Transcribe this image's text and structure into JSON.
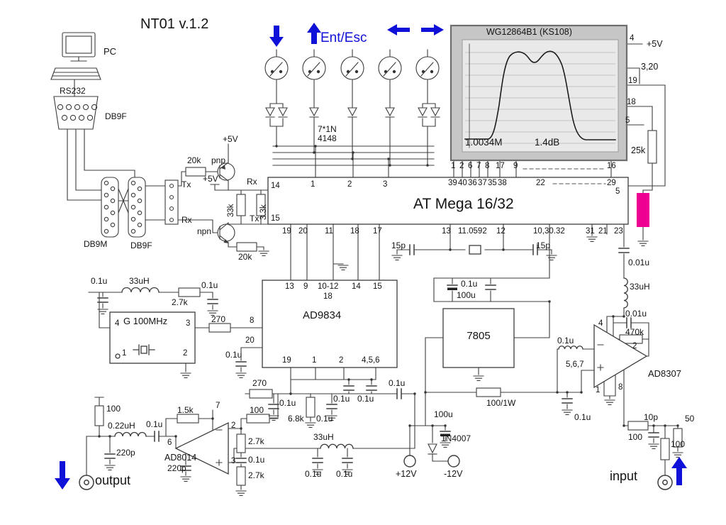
{
  "title": "NT01 v.1.2",
  "colors": {
    "blue": "#0f10d8",
    "magenta": "#ee0093"
  },
  "pc": {
    "label": "PC",
    "rs232": "RS232",
    "db9f": "DB9F",
    "db9m": "DB9M",
    "db9f2": "DB9F",
    "tx_hdr": "Tx",
    "rx_hdr": "Rx"
  },
  "uart": {
    "r_pnp_base": "20k",
    "pnp": "pnp",
    "vcc_pnp": "+5V",
    "vcc_rx": "+5V",
    "rx": "Rx",
    "r_33k": "33k",
    "r_3k3": "3.3k",
    "tx": "Tx",
    "npn": "npn",
    "r_npn": "20k"
  },
  "keypad": {
    "label": "Ent/Esc",
    "diodes1": "7*1N",
    "diodes2": "4148"
  },
  "lcd": {
    "title": "WG12864B1 (KS108)",
    "freq": "1.0034M",
    "level": "1.4dB",
    "pin4": "4",
    "vcc": "+5V",
    "pins_3_20": "3,20",
    "pin19": "19",
    "pin18": "18",
    "pin5": "5",
    "r_contrast": "25k",
    "pins_bottom": [
      "1",
      "2",
      "6",
      "7",
      "8",
      "17",
      "9",
      "16"
    ]
  },
  "mcu": {
    "name": "AT Mega 16/32",
    "pins_top": [
      "39",
      "40",
      "36",
      "37",
      "35",
      "38",
      "22",
      "29",
      "5"
    ],
    "pin14": "14",
    "pin15": "15",
    "pins_key": [
      "1",
      "2",
      "3"
    ],
    "pins_bottom": [
      "19",
      "20",
      "11",
      "18",
      "17",
      "13",
      "12",
      "10,30.32",
      "31",
      "21",
      "23"
    ],
    "xtal": "11.0592",
    "c_xtal_l": "15p",
    "c_xtal_r": "15p"
  },
  "clock": {
    "c_dec": "0.1u",
    "l_choke": "33uH",
    "r_pull": "2.7k",
    "osc": "G 100MHz",
    "pin4": "4",
    "pin3": "3",
    "pin1": "1",
    "pin2": "2",
    "r_series": "270",
    "c_dec2": "0.1u"
  },
  "dds": {
    "name": "AD9834",
    "pin8": "8",
    "pin20": "20",
    "pins_top": [
      "13",
      "9",
      "10-12",
      "18",
      "14",
      "15"
    ],
    "pins_bottom": [
      "19",
      "1",
      "2",
      "4,5,6"
    ],
    "c_p20": "0.1u",
    "r_out": "270",
    "c_out1": "0.1u",
    "r_load": "6.8k",
    "c_out2": "0.1u",
    "c_out3": "0.1u",
    "c_out4": "0.1u",
    "c_couple": "0.1u"
  },
  "psu": {
    "c_5v1": "0.1u",
    "c_5v2": "100u",
    "reg": "7805",
    "r_drop": "100/1W",
    "c_raw": "100u",
    "d_prot": "1N4007",
    "vpos": "+12V",
    "vneg": "-12V"
  },
  "logamp": {
    "c_f1": "0.01u",
    "l_choke": "33uH",
    "c_f2": "0.01u",
    "r_fb": "470k",
    "pin4": "4",
    "pin2": "2",
    "pins_567": "5,6,7",
    "name": "AD8307",
    "pin1": "1",
    "pin8": "8",
    "c_dec": "0.1u",
    "c_dec2": "0.1u",
    "c_10p": "10p",
    "r_50": "50",
    "r_in1": "100",
    "r_in2": "100",
    "port": "input"
  },
  "outamp": {
    "r_out": "100",
    "l_out": "0.22uH",
    "c_couple": "0.1u",
    "c_220p_1": "220p",
    "r_1k5": "1.5k",
    "pin7": "7",
    "pin2": "2",
    "r_fb": "100",
    "r_g1": "2.7k",
    "pin6": "6",
    "name": "AD8014",
    "c_220p_2": "220p",
    "pin3": "3",
    "c_g": "0.1u",
    "r_g2": "2.7k",
    "l_filter": "33uH",
    "c_f1": "0.1u",
    "c_f2": "0.1u",
    "port": "output"
  }
}
